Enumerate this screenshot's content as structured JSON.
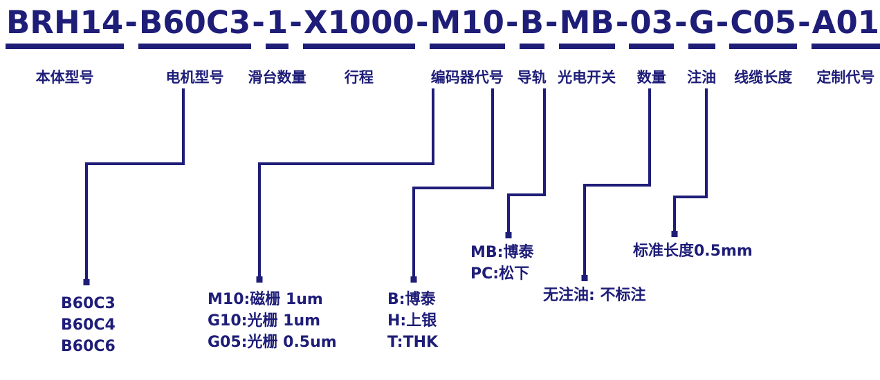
{
  "title": {
    "full_code": "BRH14-B60C3-1-X1000-M10-B-MB-03-G-C05-A01",
    "separator": "-"
  },
  "segments": [
    {
      "code": "BRH14",
      "label": "本体型号"
    },
    {
      "code": "B60C3",
      "label": "电机型号"
    },
    {
      "code": "1",
      "label": "滑台数量"
    },
    {
      "code": "X1000",
      "label": "行程"
    },
    {
      "code": "M10",
      "label": "编码器代号"
    },
    {
      "code": "B",
      "label": "导轨"
    },
    {
      "code": "MB",
      "label": "光电开关"
    },
    {
      "code": "03",
      "label": "数量"
    },
    {
      "code": "G",
      "label": "注油"
    },
    {
      "code": "C05",
      "label": "线缆长度"
    },
    {
      "code": "A01",
      "label": "定制代号"
    }
  ],
  "annotations": {
    "motor_options": [
      "B60C3",
      "B60C4",
      "B60C6"
    ],
    "encoder_options": [
      "M10:磁栅 1um",
      "G10:光栅 1um",
      "G05:光栅 0.5um"
    ],
    "rail_options": [
      "B:博泰",
      "H:上银",
      "T:THK"
    ],
    "switch_options": [
      "MB:博泰",
      "PC:松下"
    ],
    "oil_note": "无注油: 不标注",
    "cable_note": "标准长度0.5mm"
  },
  "colors": {
    "ink": "#1e1d78",
    "background": "#ffffff"
  }
}
